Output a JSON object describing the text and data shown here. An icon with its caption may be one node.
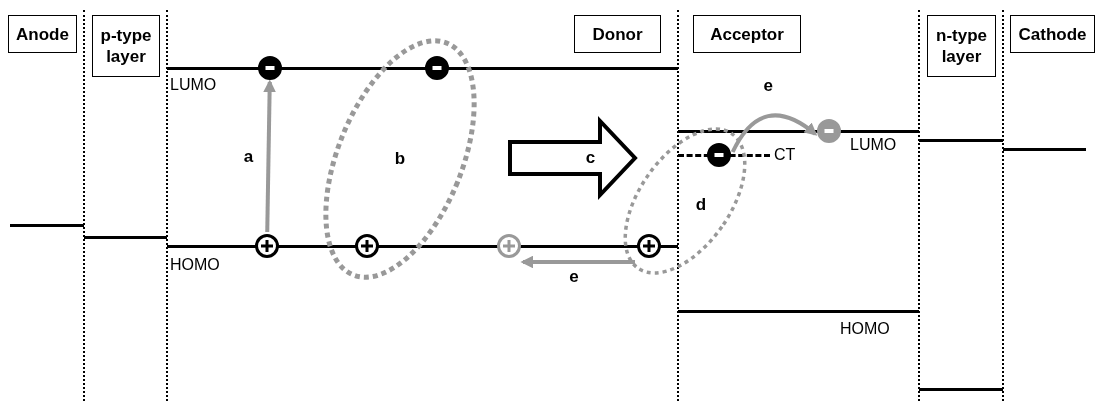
{
  "diagram": {
    "nodes": [
      {
        "text": [
          "Anode"
        ]
      },
      {
        "text": [
          "p-type layer"
        ]
      },
      {
        "text": [
          "Donor"
        ]
      },
      {
        "text": [
          "Acceptor"
        ]
      },
      {
        "text": [
          "n-type layer"
        ]
      },
      {
        "text": [
          "Cathode"
        ]
      },
      {
        "text": [
          "b"
        ]
      },
      {
        "text": [],
        "shape": "circle"
      },
      {
        "text": [],
        "shape": "circle"
      },
      {
        "text": [],
        "shape": "circle",
        "in": 6
      },
      {
        "text": [],
        "shape": "circle",
        "in": 6
      },
      {
        "text": [],
        "shape": "circle"
      },
      {
        "text": [
          "d"
        ]
      },
      {
        "text": [],
        "shape": "circle",
        "in": 12
      },
      {
        "text": [],
        "shape": "circle",
        "in": 12
      },
      {
        "text": [],
        "shape": "circle"
      }
    ],
    "edges": [
      {
        "from": 8,
        "to": 7,
        "arrow": "to",
        "label": "a"
      },
      {
        "from": 6,
        "to": 12,
        "arrow": "to",
        "label": "c",
        "style": "thick",
        "color": "#000000"
      },
      {
        "from": 14,
        "to": 15,
        "arrow": "to",
        "label": "e"
      },
      {
        "from": 13,
        "to": 11,
        "arrow": "to",
        "label": "e"
      }
    ],
    "labels": [
      "LUMO",
      "LUMO",
      "CT",
      "HOMO",
      "HOMO"
    ]
  }
}
